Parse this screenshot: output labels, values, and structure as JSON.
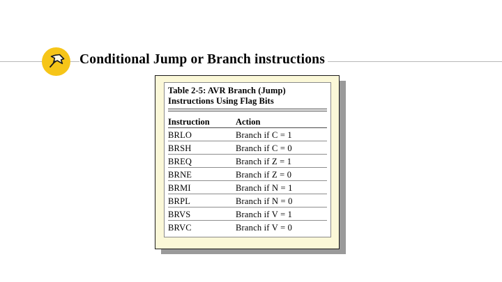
{
  "slide": {
    "title": "Conditional Jump or Branch instructions",
    "bullet_icon": "pushpin-icon"
  },
  "table_card": {
    "caption_line1": "Table 2-5: AVR Branch (Jump)",
    "caption_line2": "Instructions Using Flag Bits",
    "columns": [
      "Instruction",
      "Action"
    ],
    "rows": [
      {
        "instruction": "BRLO",
        "action": "Branch if C = 1"
      },
      {
        "instruction": "BRSH",
        "action": "Branch if C = 0"
      },
      {
        "instruction": "BREQ",
        "action": "Branch if Z = 1"
      },
      {
        "instruction": "BRNE",
        "action": "Branch if Z = 0"
      },
      {
        "instruction": "BRMI",
        "action": "Branch if N = 1"
      },
      {
        "instruction": "BRPL",
        "action": "Branch if N = 0"
      },
      {
        "instruction": "BRVS",
        "action": "Branch if V = 1"
      },
      {
        "instruction": "BRVC",
        "action": "Branch if V = 0"
      }
    ]
  },
  "colors": {
    "card_background": "#fbf8d8",
    "bullet": "#f6c518",
    "shadow": "#9a9a9a",
    "page_background": "#ffffff"
  }
}
